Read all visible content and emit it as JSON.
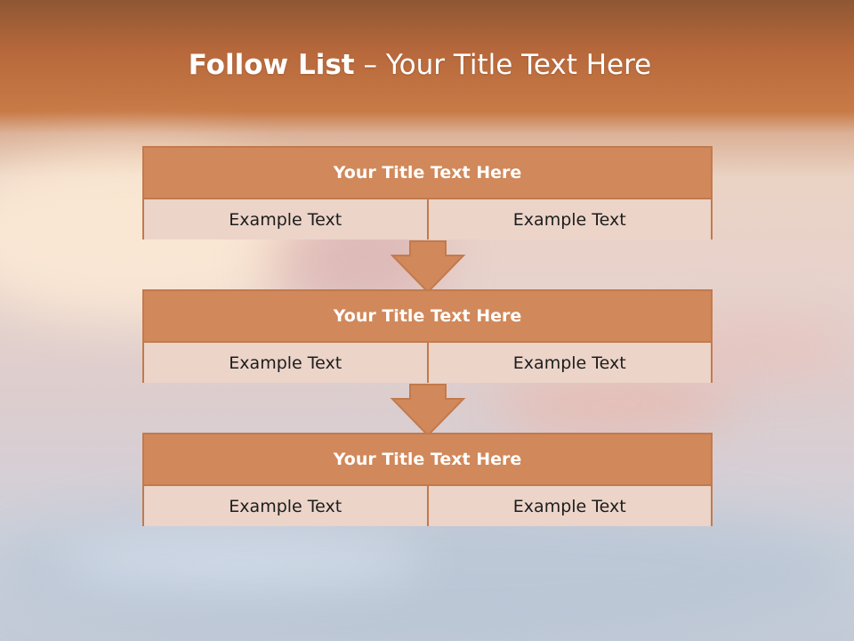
{
  "title": {
    "bold": "Follow List",
    "rest": " – Your Title Text Here"
  },
  "colors": {
    "box_header": "#d1885a",
    "box_border": "#c27a4d",
    "box_cell": "#ecd4c9",
    "top_band": "#c87a46"
  },
  "steps": [
    {
      "header": "Your Title Text Here",
      "left": "Example Text",
      "right": "Example Text"
    },
    {
      "header": "Your Title Text Here",
      "left": "Example Text",
      "right": "Example Text"
    },
    {
      "header": "Your Title Text Here",
      "left": "Example Text",
      "right": "Example Text"
    }
  ],
  "connectors": [
    "down-arrow-icon",
    "down-arrow-icon"
  ]
}
